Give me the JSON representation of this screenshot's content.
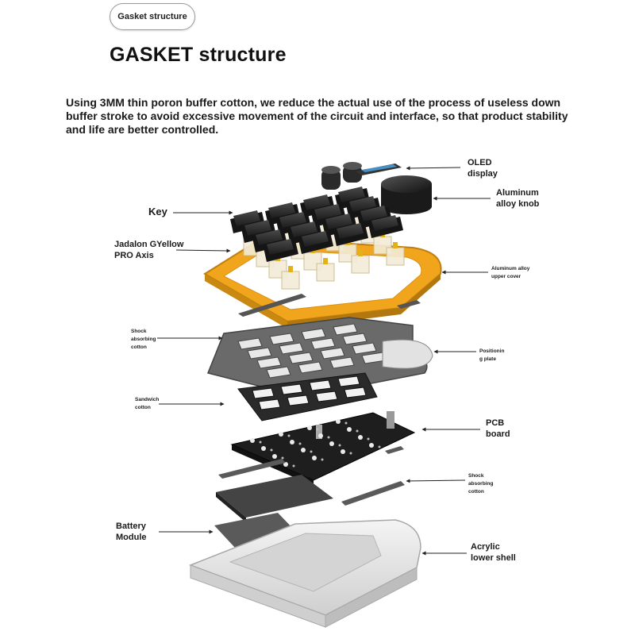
{
  "header": {
    "badge": "Gasket structure",
    "title": "GASKET structure",
    "description": "Using 3MM thin poron buffer cotton, we reduce the actual use of the process of useless down buffer stroke to avoid excessive movement of the circuit and interface, so that product stability and life are better controlled."
  },
  "labels": {
    "oled": "OLED\ndisplay",
    "knob": "Aluminum\nalloy knob",
    "key": "Key",
    "axis": "Jadalon GYellow\nPRO Axis",
    "upper_cover": "Aluminum alloy\nupper cover",
    "shock1": "Shock\nabsorbing\ncotton",
    "positioning": "Positionin\ng plate",
    "sandwich": "Sandwich\ncotton",
    "pcb": "PCB\nboard",
    "shock2": "Shock\nabsorbing\ncotton",
    "battery": "Battery\nModule",
    "acrylic": "Acrylic\nlower shell"
  },
  "colors": {
    "frame": "#f0a51c",
    "keycap": "#2b2b2b",
    "plate": "#555555",
    "pcb": "#1e1e1e",
    "acrylic": "#e6e6e6"
  }
}
